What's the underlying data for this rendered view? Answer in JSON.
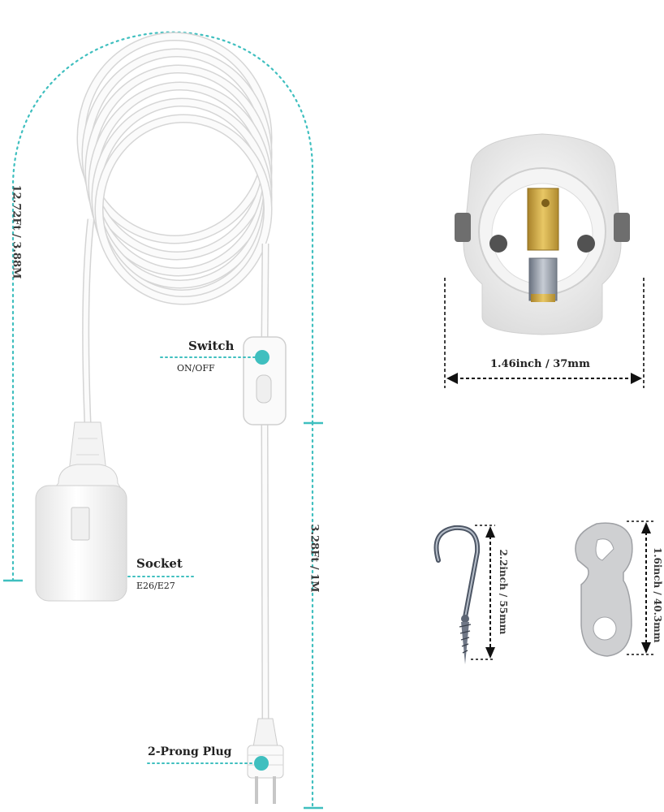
{
  "labels": {
    "switch_title": "Switch",
    "switch_sub": "ON/OFF",
    "socket_title": "Socket",
    "socket_sub": "E26/E27",
    "plug_title": "2-Prong Plug",
    "total_length": "12.72Ft / 3.88M",
    "switch_to_plug": "3.28Ft / 1M",
    "socket_width": "1.46inch / 37mm",
    "hook_length": "2.2inch / 55mm",
    "plate_length": "1.6inch / 40.3mm"
  },
  "colors": {
    "accent": "#3fbfbf",
    "dim_line": "#111111",
    "cable": "#f6f6f6",
    "brass": "#c9a544"
  },
  "icons": [
    "switch-dot-icon",
    "plug-dot-icon",
    "screw-hook-icon",
    "hanging-plate-icon"
  ]
}
